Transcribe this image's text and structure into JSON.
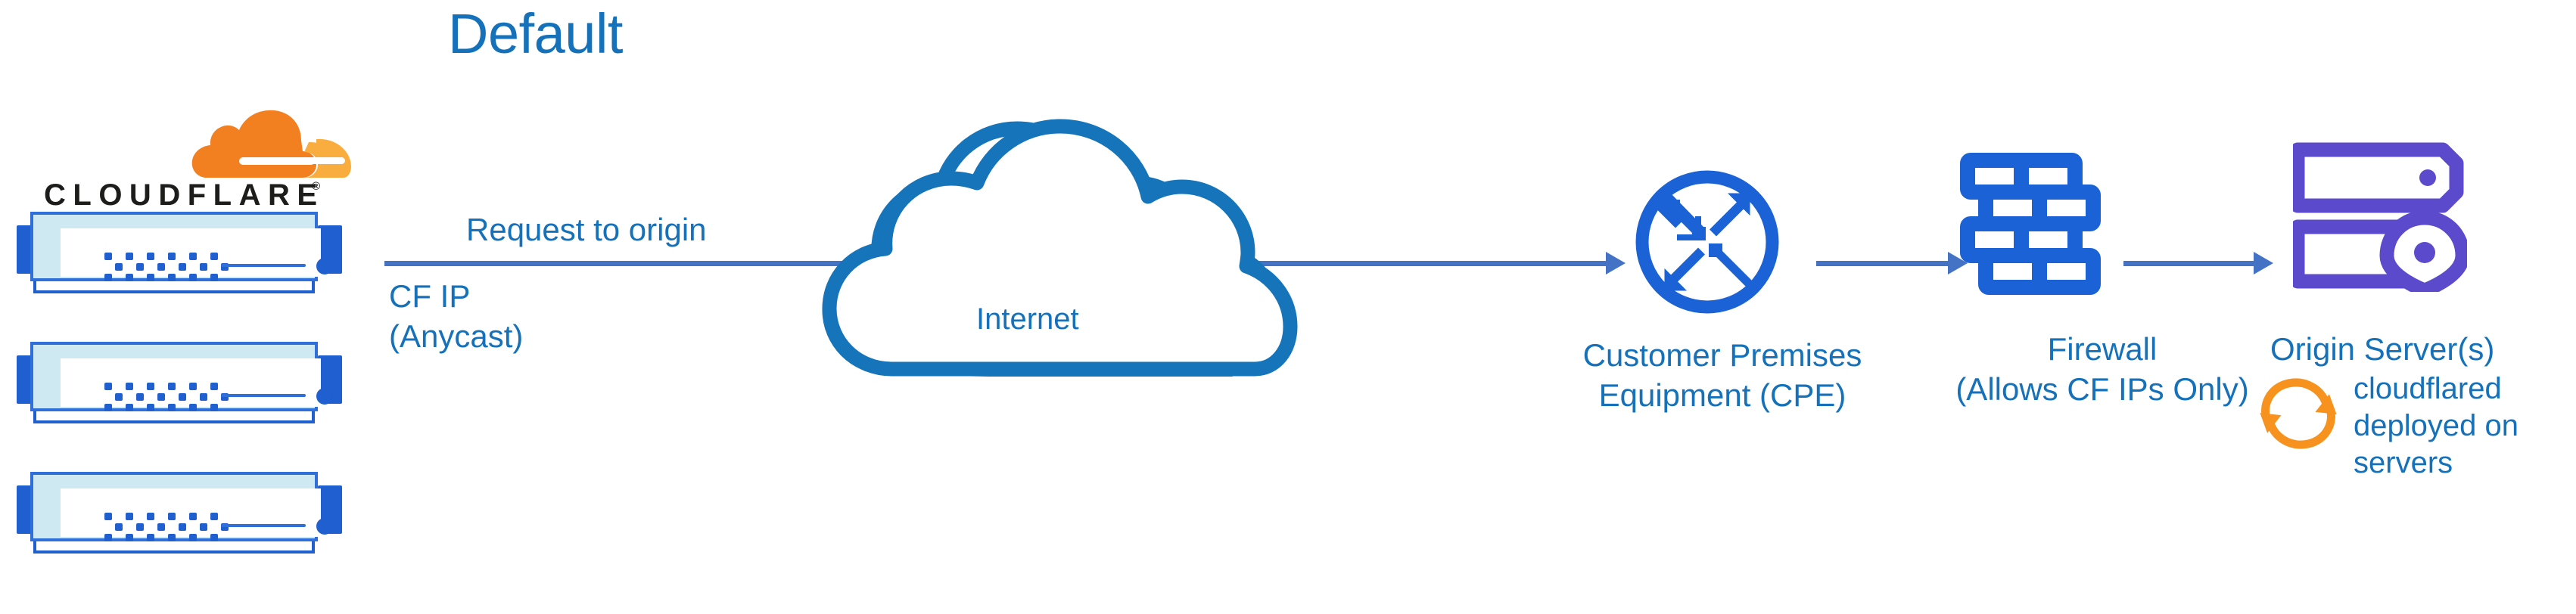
{
  "diagram": {
    "title": "Default",
    "accent_blue": "#1571B9",
    "arrow_blue": "#4472C4",
    "node_blue": "#1F5FD0",
    "origin_purple": "#5B4BCC",
    "cloudflare_orange": "#F38020",
    "cloudflare_orange_light": "#FAAD3F",
    "wordmark_black": "#1D1D1B"
  },
  "brand": {
    "logo_icon": "cloudflare-cloud-icon",
    "wordmark": "CLOUDFLARE",
    "registered_mark": "®"
  },
  "edge": {
    "rack_count": 3,
    "racks": [
      {
        "label": "cloudflare-edge-server-1"
      },
      {
        "label": "cloudflare-edge-server-2"
      },
      {
        "label": "cloudflare-edge-server-3"
      }
    ],
    "ip_label_line1": "CF IP",
    "ip_label_line2": "(Anycast)"
  },
  "flow": {
    "request_label": "Request to origin",
    "arrows": [
      {
        "name": "edge-to-internet-arrow",
        "from": "cloudflare-edge",
        "to": "internet"
      },
      {
        "name": "internet-to-cpe-arrow",
        "from": "internet",
        "to": "cpe"
      },
      {
        "name": "cpe-to-firewall-arrow",
        "from": "cpe",
        "to": "firewall"
      },
      {
        "name": "firewall-to-origin-arrow",
        "from": "firewall",
        "to": "origin-server"
      }
    ]
  },
  "nodes": {
    "internet": {
      "label": "Internet",
      "icon": "cloud-outline-icon"
    },
    "cpe": {
      "icon": "router-four-arrows-icon",
      "label_line1": "Customer Premises",
      "label_line2": "Equipment (CPE)"
    },
    "firewall": {
      "icon": "brick-wall-icon",
      "label_line1": "Firewall",
      "label_line2": "(Allows CF IPs Only)"
    },
    "origin": {
      "icon": "server-stack-location-pin-icon",
      "label": "Origin Server(s)",
      "note_icon": "sync-arrows-icon",
      "note_line1": "cloudflared",
      "note_line2": "deployed on",
      "note_line3": "servers"
    }
  }
}
